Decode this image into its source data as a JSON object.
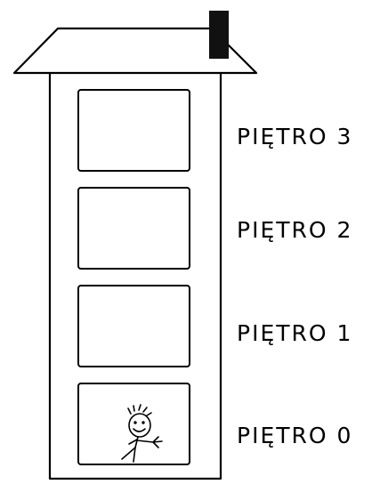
{
  "building": {
    "floors": [
      {
        "label": "PIĘTRO 3",
        "has_person": false
      },
      {
        "label": "PIĘTRO 2",
        "has_person": false
      },
      {
        "label": "PIĘTRO 1",
        "has_person": false
      },
      {
        "label": "PIĘTRO 0",
        "has_person": true
      }
    ],
    "stroke_color": "#000000",
    "chimney_color": "#111111",
    "background_color": "#ffffff"
  }
}
